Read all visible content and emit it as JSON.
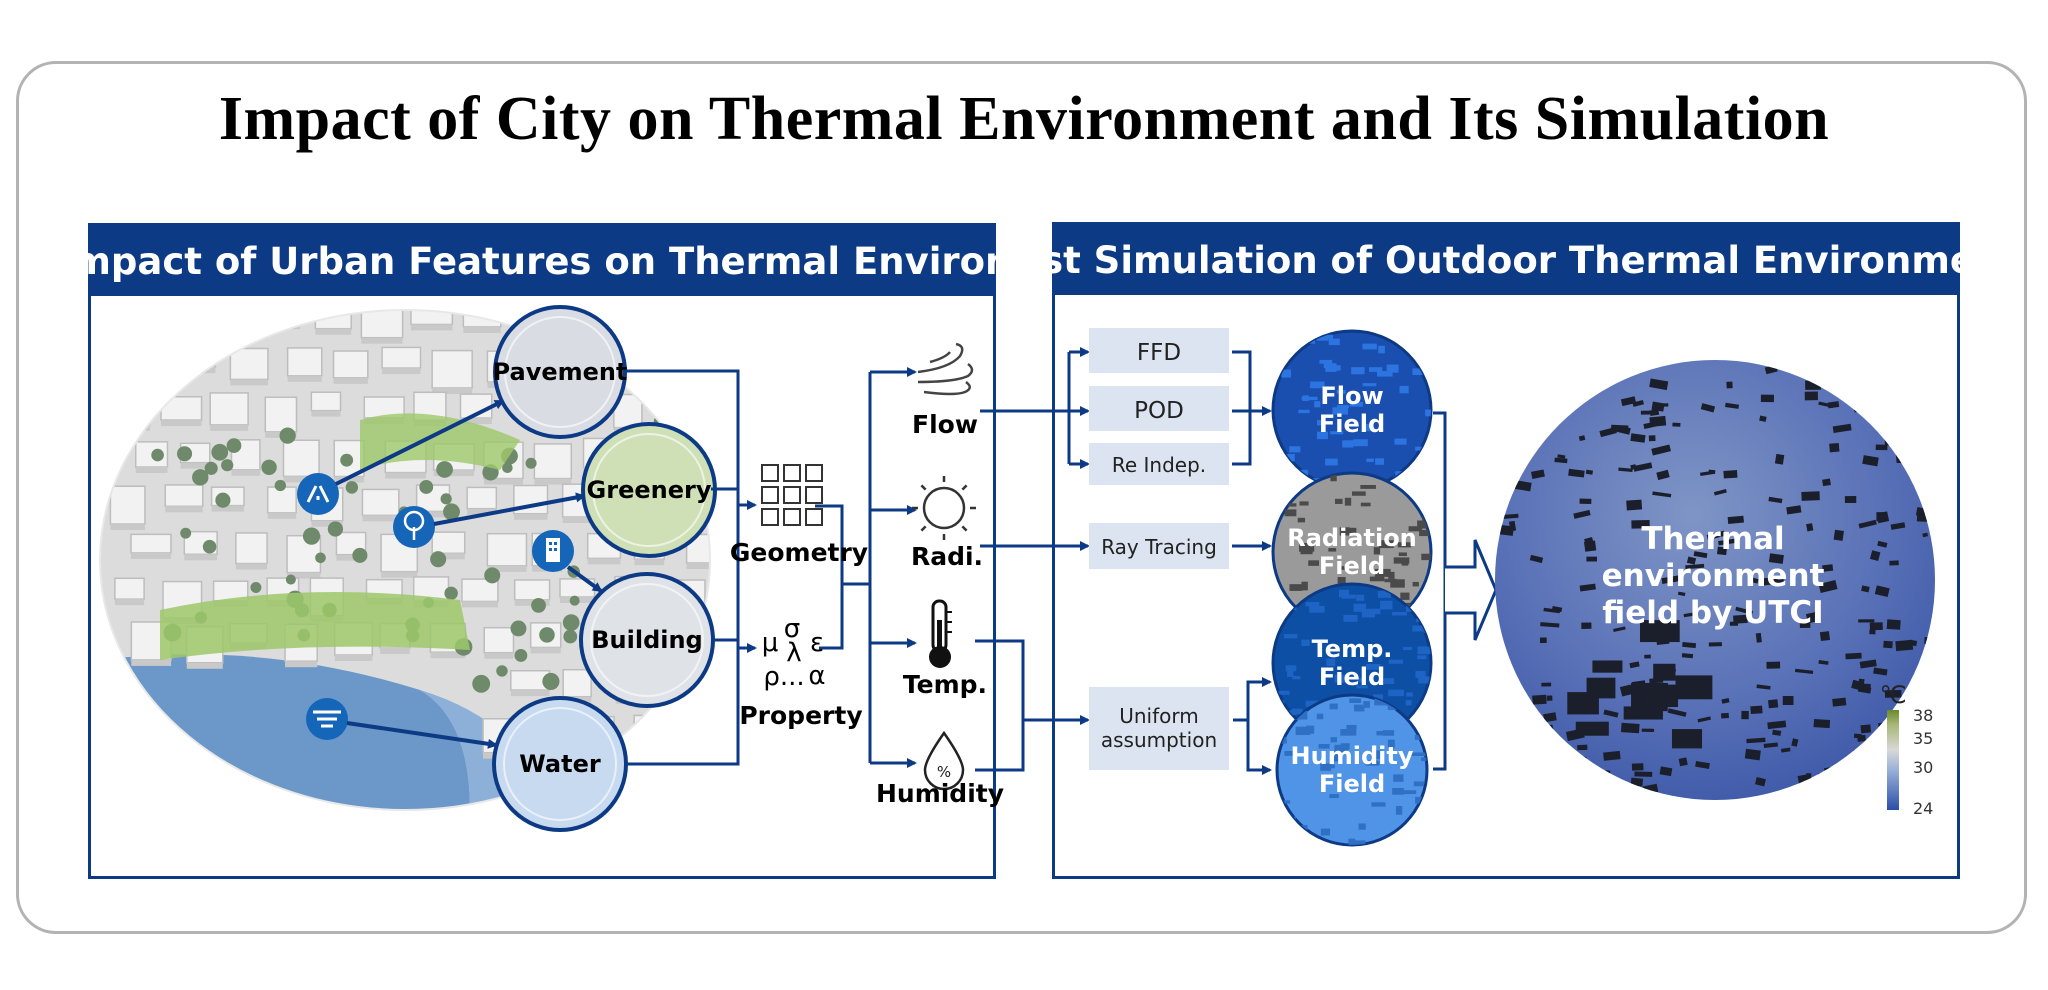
{
  "title": "Impact of City on Thermal Environment and Its Simulation",
  "left_panel": {
    "header": "Impact of Urban Features on Thermal Environ.",
    "features": [
      "Pavement",
      "Greenery",
      "Building",
      "Water"
    ],
    "properties": {
      "geometry": "Geometry",
      "property": "Property",
      "symbols": [
        "μ",
        "σ",
        "ε",
        "λ",
        "ρ...",
        "α"
      ]
    },
    "factors": [
      "Flow",
      "Radi.",
      "Temp.",
      "Humidity"
    ],
    "percent_symbol": "%"
  },
  "right_panel": {
    "header": "Fast Simulation of Outdoor Thermal Environment",
    "methods": [
      "FFD",
      "POD",
      "Re Indep.",
      "Ray Tracing",
      "Uniform",
      "assumption"
    ],
    "fields": [
      [
        "Flow",
        "Field"
      ],
      [
        "Radiation",
        "Field"
      ],
      [
        "Temp.",
        "Field"
      ],
      [
        "Humidity",
        "Field"
      ]
    ],
    "result": [
      "Thermal",
      "environment",
      "field by UTCI"
    ],
    "colorbar": {
      "unit": "℃",
      "ticks": [
        "38",
        "35",
        "30",
        "24"
      ]
    }
  },
  "colors": {
    "primary": "#0d3a85",
    "box": "#dbe4f0",
    "greenery": "#9ec86a",
    "water": "#6b98c8"
  }
}
